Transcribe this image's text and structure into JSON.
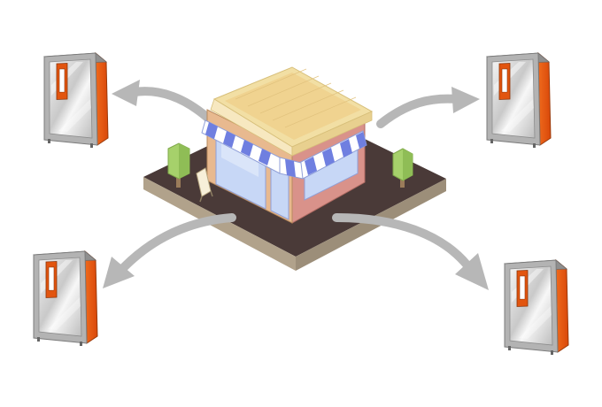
{
  "diagram": {
    "nodes": [
      {
        "id": "store",
        "kind": "storefront",
        "icon": "storefront-icon"
      },
      {
        "id": "machine-top-left",
        "kind": "vending-machine",
        "icon": "vending-machine-icon"
      },
      {
        "id": "machine-top-right",
        "kind": "vending-machine",
        "icon": "vending-machine-icon"
      },
      {
        "id": "machine-bottom-left",
        "kind": "vending-machine",
        "icon": "vending-machine-icon"
      },
      {
        "id": "machine-bottom-right",
        "kind": "vending-machine",
        "icon": "vending-machine-icon"
      }
    ],
    "edges": [
      {
        "from": "store",
        "to": "machine-top-left"
      },
      {
        "from": "store",
        "to": "machine-top-right"
      },
      {
        "from": "store",
        "to": "machine-bottom-left"
      },
      {
        "from": "store",
        "to": "machine-bottom-right"
      }
    ],
    "colors": {
      "machine_side": "#e2550f",
      "machine_frame": "#a3a3a3",
      "machine_glass": "#dcdcdc",
      "arrow": "#b7b7b7",
      "ground": "#4a3a38",
      "ground_edge": "#b1a28b",
      "awning_stripe": "#6f7fe0",
      "roof": "#f2dfa4",
      "wall": "#d9928a",
      "tree": "#a6d16b"
    }
  }
}
